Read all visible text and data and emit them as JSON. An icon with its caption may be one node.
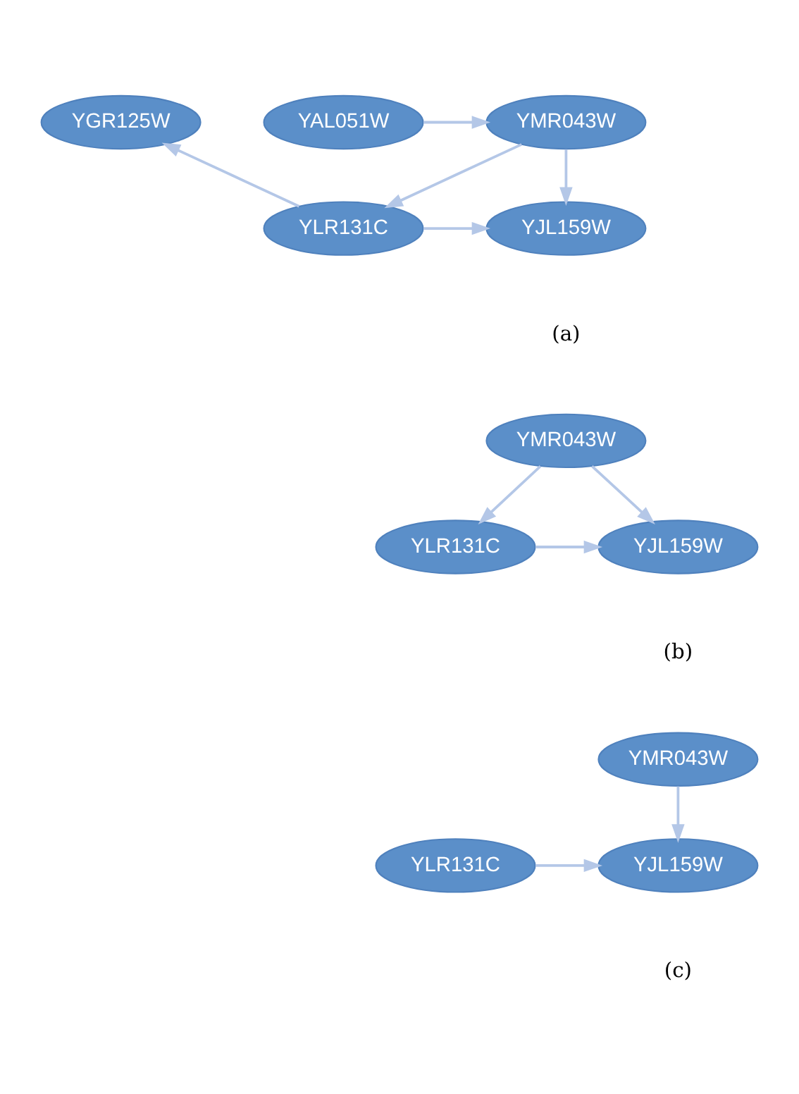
{
  "diagram": {
    "nodes": [
      {
        "text": [
          "YMR043W"
        ]
      },
      {
        "text": [
          "YAL051W"
        ]
      },
      {
        "text": [
          "YGR125W"
        ]
      },
      {
        "text": [
          "YJL159W"
        ]
      },
      {
        "text": [
          "YLR131C"
        ]
      },
      {
        "text": [
          "YMR043W"
        ]
      },
      {
        "text": [
          "YJL159W"
        ]
      },
      {
        "text": [
          "YLR131C"
        ]
      },
      {
        "text": [
          "YMR043W"
        ]
      },
      {
        "text": [
          "YJL159W"
        ]
      },
      {
        "text": [
          "YLR131C"
        ]
      }
    ],
    "edges": [
      {
        "from": 1,
        "to": 0,
        "arrow": "to"
      },
      {
        "from": 0,
        "to": 3,
        "arrow": "to"
      },
      {
        "from": 0,
        "to": 4,
        "arrow": "to"
      },
      {
        "from": 4,
        "to": 3,
        "arrow": "to"
      },
      {
        "from": 4,
        "to": 2,
        "arrow": "to"
      },
      {
        "from": 5,
        "to": 6,
        "arrow": "to"
      },
      {
        "from": 5,
        "to": 7,
        "arrow": "to"
      },
      {
        "from": 7,
        "to": 6,
        "arrow": "to"
      },
      {
        "from": 8,
        "to": 9,
        "arrow": "to"
      },
      {
        "from": 10,
        "to": 9,
        "arrow": "to"
      }
    ],
    "labels": [
      "(a)",
      "(b)",
      "(c)"
    ]
  }
}
